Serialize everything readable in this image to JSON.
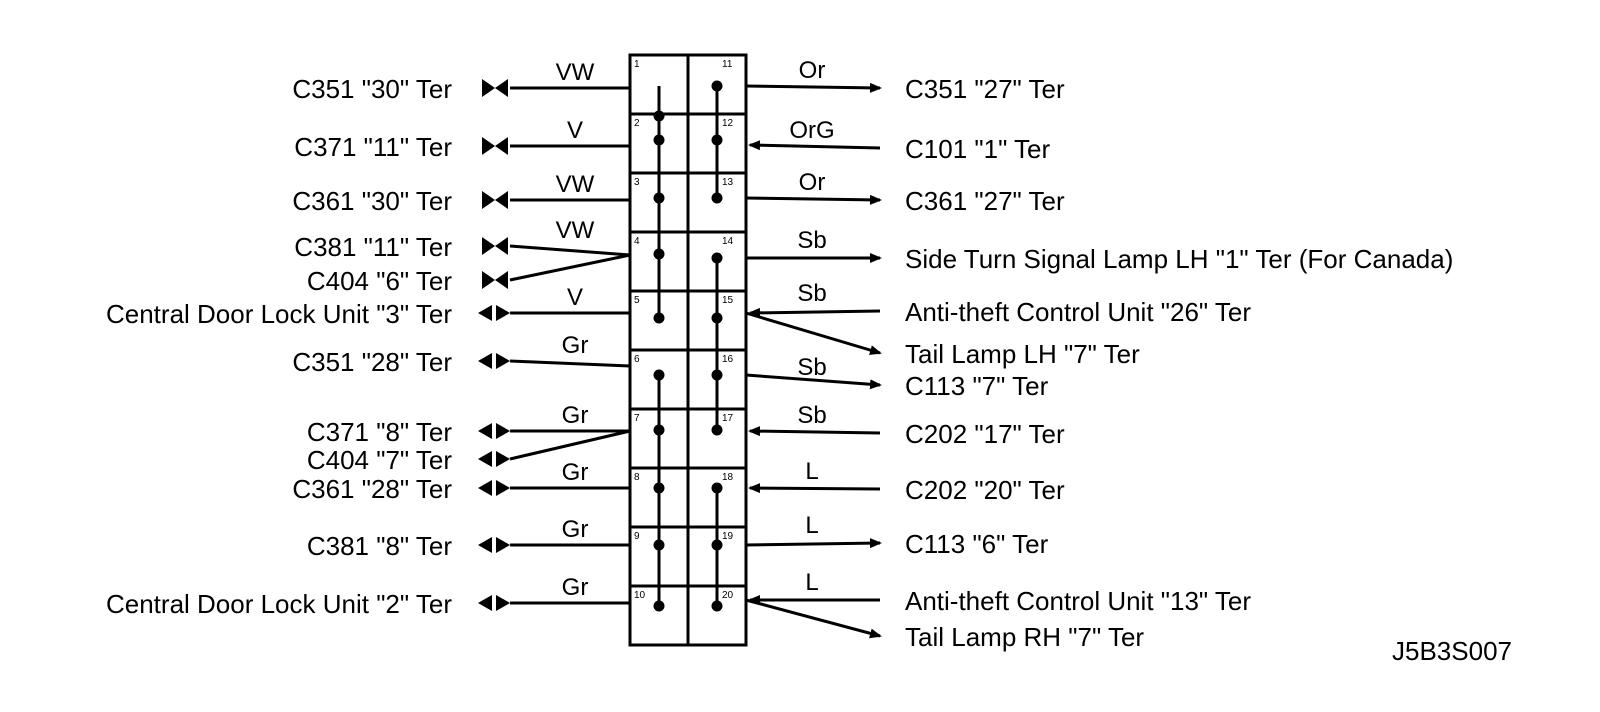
{
  "diagram_code": "J5B3S007",
  "left_terminals": [
    {
      "id": "L1",
      "label": "C351  \"30\" Ter",
      "wire": "VW",
      "pin": "1"
    },
    {
      "id": "L2",
      "label": "C371  \"11\" Ter",
      "wire": "V",
      "pin": "2"
    },
    {
      "id": "L3",
      "label": "C361  \"30\" Ter",
      "wire": "VW",
      "pin": "3"
    },
    {
      "id": "L4",
      "label": "C381  \"11\" Ter",
      "wire": "VW",
      "pin": "4"
    },
    {
      "id": "L4b",
      "label": "C404 \"6\" Ter",
      "pin": "4"
    },
    {
      "id": "L5",
      "label": "Central Door Lock Unit  \"3\" Ter",
      "wire": "V",
      "pin": "5"
    },
    {
      "id": "L6",
      "label": "C351  \"28\" Ter",
      "wire": "Gr",
      "pin": "6"
    },
    {
      "id": "L7",
      "label": "C371  \"8\" Ter",
      "wire": "Gr",
      "pin": "7"
    },
    {
      "id": "L7b",
      "label": "C404 \"7\" Ter",
      "pin": "7"
    },
    {
      "id": "L8",
      "label": "C361  \"28\" Ter",
      "wire": "Gr",
      "pin": "8"
    },
    {
      "id": "L9",
      "label": "C381  \"8\" Ter",
      "wire": "Gr",
      "pin": "9"
    },
    {
      "id": "L10",
      "label": "Central Door Lock Unit  \"2\" Ter",
      "wire": "Gr",
      "pin": "10"
    }
  ],
  "right_terminals": [
    {
      "id": "R11",
      "label": "C351  \"27\" Ter",
      "wire": "Or",
      "pin": "11"
    },
    {
      "id": "R12",
      "label": "C101  \"1\" Ter",
      "wire": "OrG",
      "pin": "12"
    },
    {
      "id": "R13",
      "label": "C361  \"27\" Ter",
      "wire": "Or",
      "pin": "13"
    },
    {
      "id": "R14",
      "label": "Side Turn Signal Lamp LH \"1\" Ter (For Canada)",
      "wire": "Sb",
      "pin": "14"
    },
    {
      "id": "R15",
      "label": "Anti-theft Control Unit  \"26\" Ter",
      "wire": "Sb",
      "pin": "15"
    },
    {
      "id": "R15b",
      "label": "Tail Lamp LH \"7\" Ter",
      "pin": "15"
    },
    {
      "id": "R16",
      "label": "C113  \"7\" Ter",
      "wire": "Sb",
      "pin": "16"
    },
    {
      "id": "R17",
      "label": "C202  \"17\" Ter",
      "wire": "Sb",
      "pin": "17"
    },
    {
      "id": "R18",
      "label": "C202  \"20\" Ter",
      "wire": "L",
      "pin": "18"
    },
    {
      "id": "R19",
      "label": "C113  \"6\" Ter",
      "wire": "L",
      "pin": "19"
    },
    {
      "id": "R20",
      "label": "Anti-theft Control Unit  \"13\" Ter",
      "wire": "L",
      "pin": "20"
    },
    {
      "id": "R20b",
      "label": "Tail Lamp RH \"7\" Ter",
      "pin": "20"
    }
  ],
  "pins_left": [
    "1",
    "2",
    "3",
    "4",
    "5",
    "6",
    "7",
    "8",
    "9",
    "10"
  ],
  "pins_right": [
    "11",
    "12",
    "13",
    "14",
    "15",
    "16",
    "17",
    "18",
    "19",
    "20"
  ]
}
